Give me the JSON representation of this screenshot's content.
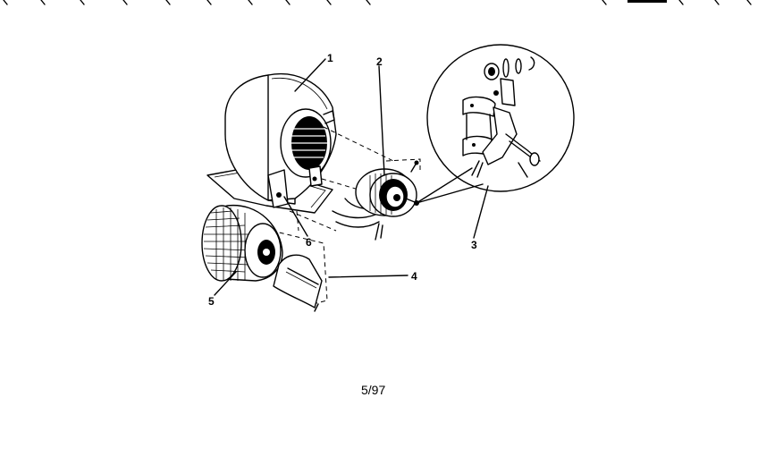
{
  "callouts": {
    "c1": "1",
    "c2": "2",
    "c3": "3",
    "c4": "4",
    "c5": "5",
    "c6": "6"
  },
  "footer": {
    "date": "5/97"
  }
}
